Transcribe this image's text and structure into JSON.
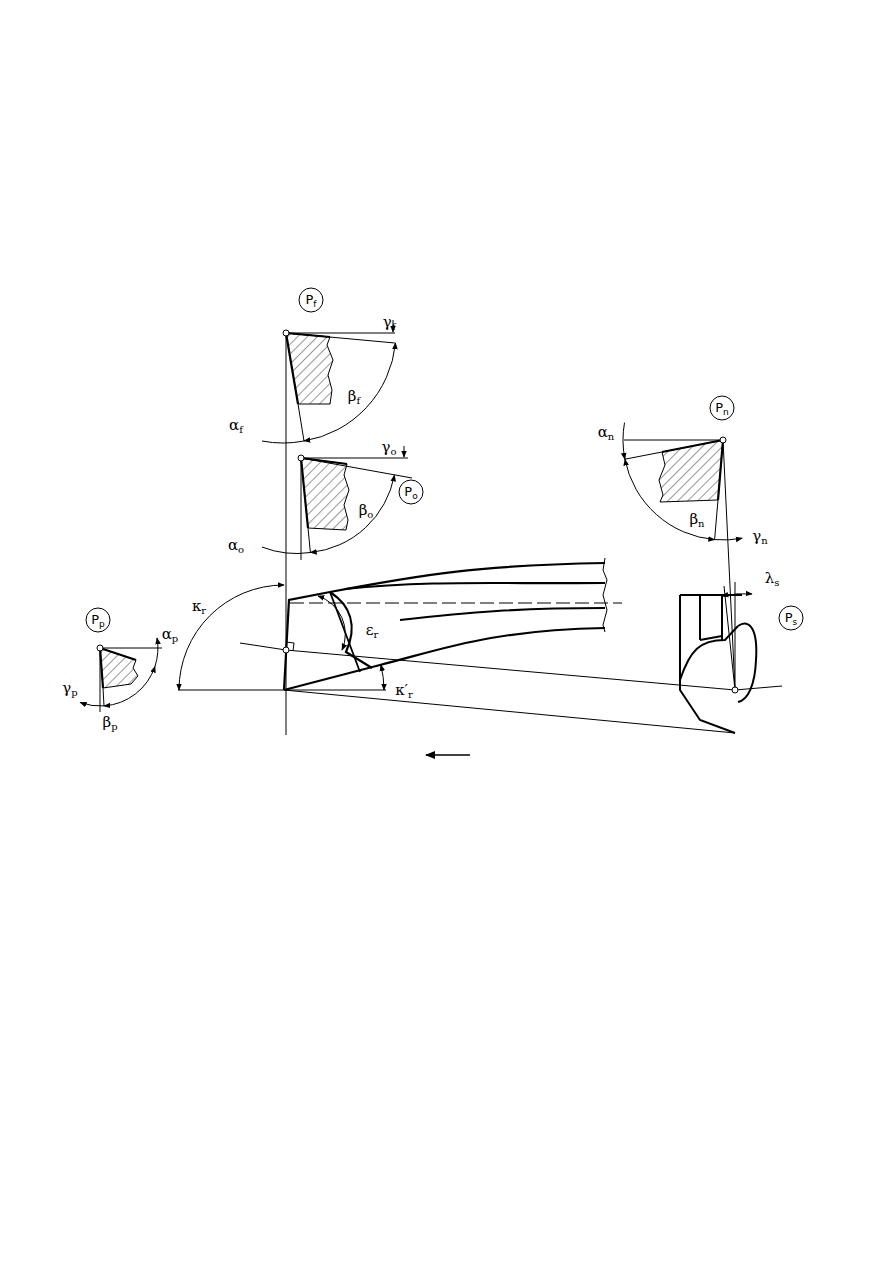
{
  "diagram": {
    "nodes": [
      {
        "text": [
          "Pf"
        ]
      },
      {
        "text": [
          "Po"
        ]
      },
      {
        "text": [
          "Pn"
        ]
      },
      {
        "text": [
          "Pp"
        ]
      },
      {
        "text": [
          "Ps"
        ]
      }
    ],
    "labels": [
      "γf",
      "βf",
      "αf",
      "γo",
      "βo",
      "αo",
      "αn",
      "βn",
      "γn",
      "λs",
      "κr",
      "εr",
      "κ′r",
      "γp",
      "αp",
      "βp"
    ]
  }
}
